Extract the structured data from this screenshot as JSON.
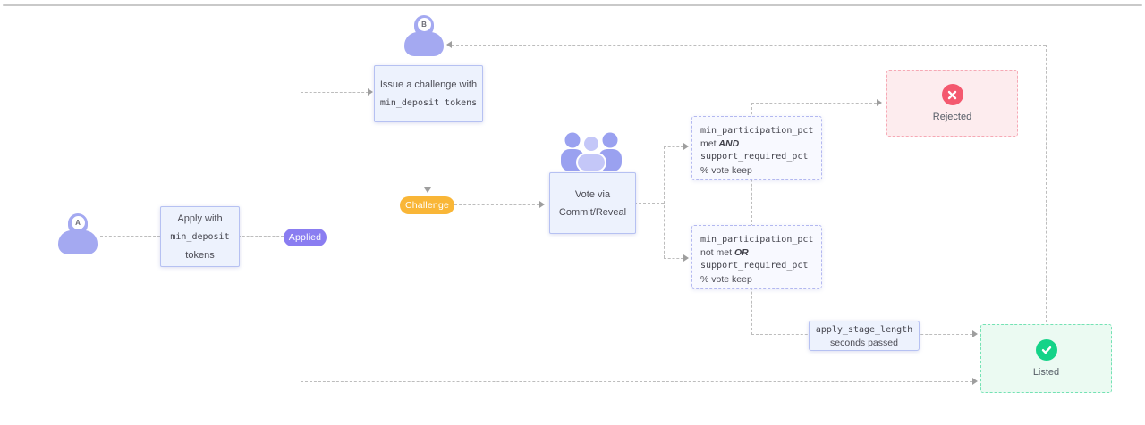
{
  "diagram": {
    "title_hint": "Token curated registry application flow",
    "actors": {
      "a": {
        "label": "A"
      },
      "b": {
        "label": "B"
      }
    },
    "nodes": {
      "apply": {
        "line1": "Apply with",
        "code": "min_deposit",
        "line3": "tokens"
      },
      "issue": {
        "line1": "Issue a challenge with",
        "code2": "min_deposit tokens"
      },
      "vote": {
        "line1": "Vote via",
        "line2": "Commit/Reveal"
      },
      "cond_pass": {
        "code1": "min_participation_pct",
        "mid_plain": "met ",
        "mid_op": "AND",
        "code2": "support_required_pct",
        "tail": "% vote keep"
      },
      "cond_fail": {
        "code1": "min_participation_pct",
        "mid_plain": "not met ",
        "mid_op": "OR",
        "code2": "support_required_pct",
        "tail": "% vote keep"
      },
      "apply_stage": {
        "code": "apply_stage_length",
        "line2": "seconds passed"
      },
      "rejected": {
        "label": "Rejected"
      },
      "listed": {
        "label": "Listed"
      }
    },
    "badges": {
      "applied": {
        "label": "Applied"
      },
      "challenge": {
        "label": "Challenge"
      }
    },
    "colors": {
      "applied_badge": "#8a7df1",
      "challenge_badge": "#f9b637",
      "rejected_circle": "#f4596f",
      "rejected_bg": "#fdecee",
      "rejected_border": "#f6a9b5",
      "listed_circle": "#14d388",
      "listed_bg": "#ebfaf2",
      "listed_border": "#74e2b4",
      "info_box_bg": "#edf2fd",
      "info_box_border": "#b6c1f2",
      "cond_box_border": "#b3b8f0",
      "person_icon": "#a4a9f1",
      "edge_gray": "#bdbdbd"
    }
  }
}
